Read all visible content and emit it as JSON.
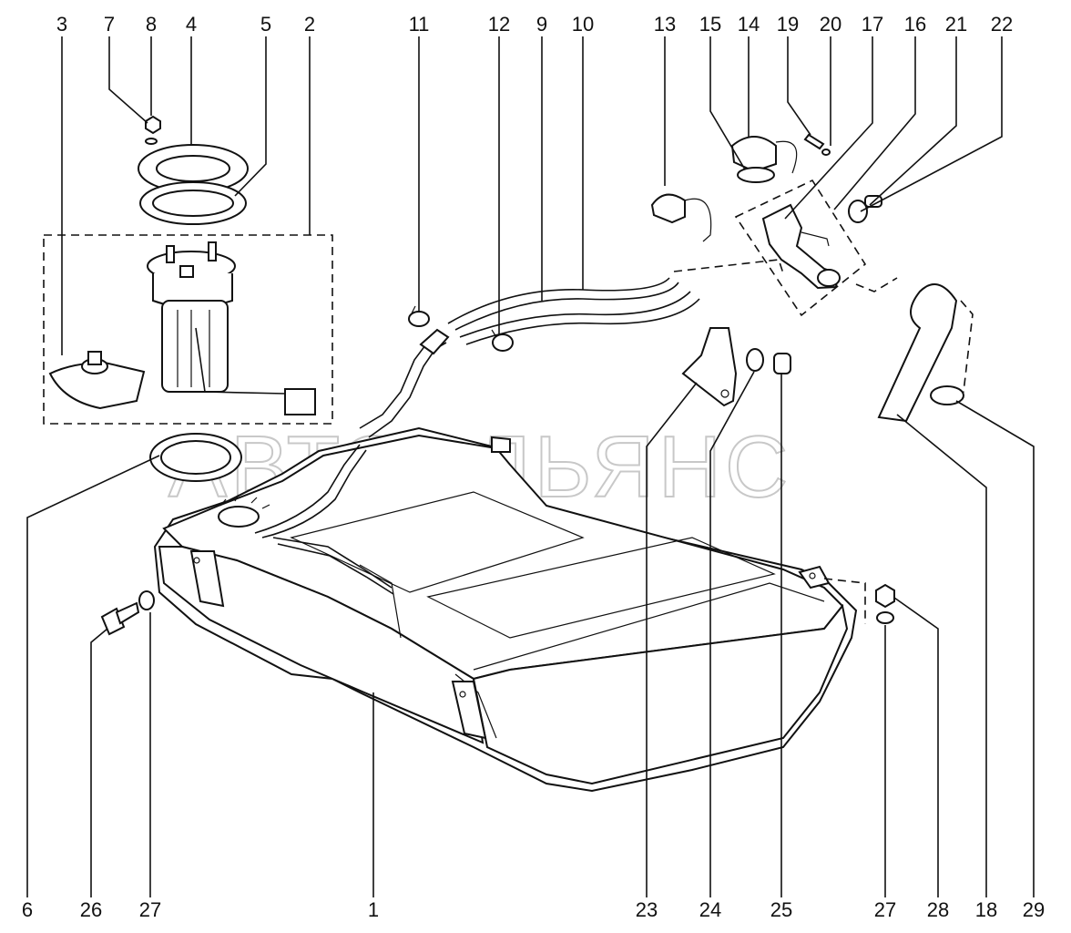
{
  "watermark": "АВТОАЛЬЯНС",
  "callouts_top": [
    "3",
    "7",
    "8",
    "4",
    "5",
    "2",
    "11",
    "12",
    "9",
    "10",
    "13",
    "15",
    "14",
    "19",
    "20",
    "17",
    "16",
    "21",
    "22"
  ],
  "callouts_bottom": [
    "6",
    "26",
    "27",
    "1",
    "23",
    "24",
    "25",
    "27",
    "28",
    "18",
    "29"
  ]
}
